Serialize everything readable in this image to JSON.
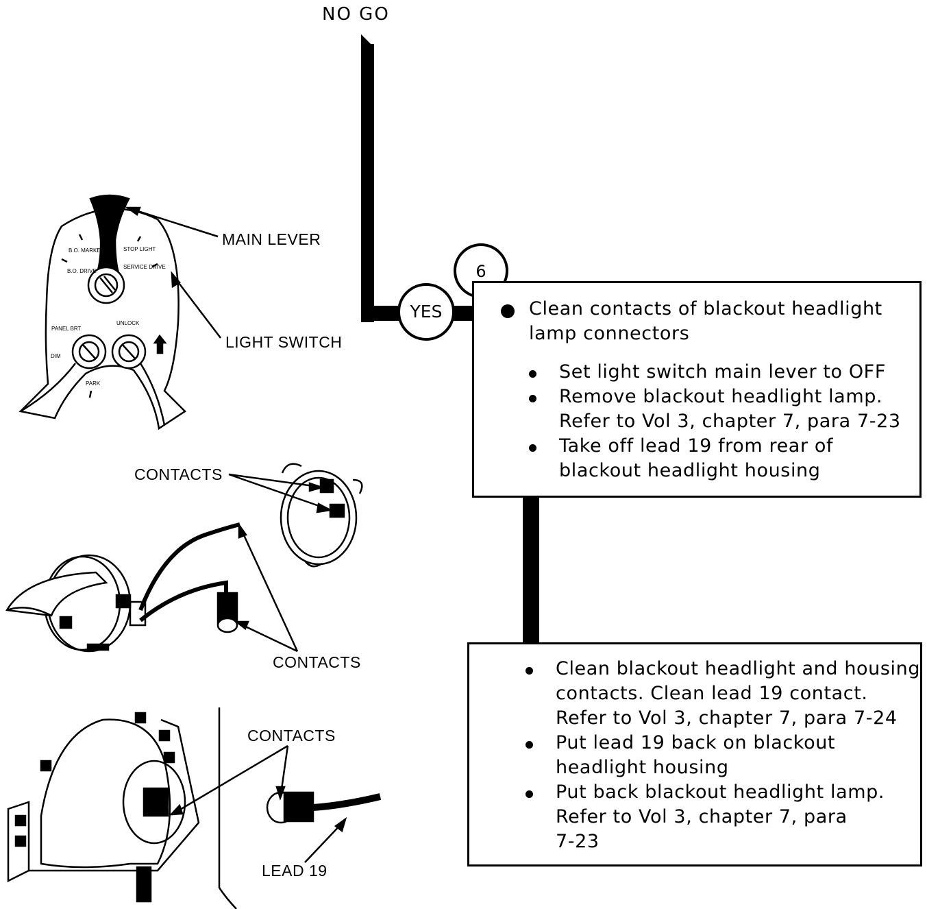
{
  "header": {
    "no_go": "NO GO"
  },
  "flow": {
    "yes_label": "YES",
    "step_number": "6"
  },
  "step_box": {
    "main_text_lines": [
      "Clean contacts of blackout headlight",
      "lamp connectors"
    ],
    "bullets": [
      [
        "Set light switch main lever to OFF"
      ],
      [
        "Remove blackout headlight lamp.",
        "Refer to Vol 3, chapter 7, para 7-23"
      ],
      [
        "Take off lead 19 from rear of",
        "blackout headlight housing"
      ]
    ]
  },
  "result_box": {
    "bullets": [
      [
        "Clean blackout headlight and housing",
        "contacts.  Clean lead 19 contact.",
        "Refer to Vol 3, chapter 7, para 7-24"
      ],
      [
        "Put lead 19 back on blackout",
        "headlight housing"
      ],
      [
        "Put back blackout headlight lamp.",
        "Refer to Vol 3, chapter 7, para",
        "7-23"
      ]
    ]
  },
  "callouts": {
    "main_lever": "MAIN LEVER",
    "light_switch": "LIGHT SWITCH",
    "contacts_1": "CONTACTS",
    "contacts_2": "CONTACTS",
    "contacts_3": "CONTACTS",
    "lead_19": "LEAD 19"
  },
  "switch_panel": {
    "bo_marker": "B.O. MARKER",
    "bo_drive": "B.O. DRIVE",
    "stop_light": "STOP LIGHT",
    "service_drive": "SERVICE DRIVE",
    "panel_brt": "PANEL BRT",
    "dim": "DIM",
    "unlock": "UNLOCK",
    "park": "PARK"
  }
}
